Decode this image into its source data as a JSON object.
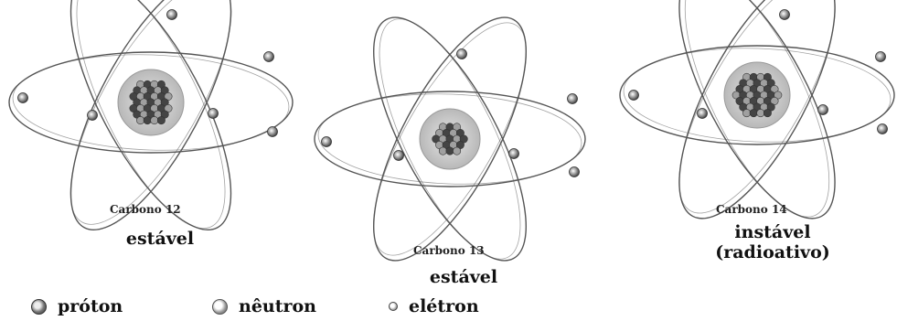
{
  "atoms": [
    {
      "name": "Carbono 12",
      "stability": [
        "estável"
      ]
    },
    {
      "name": "Carbono 13",
      "stability": [
        "estável"
      ]
    },
    {
      "name": "Carbono 14",
      "stability": [
        "instável",
        "(radioativo)"
      ]
    }
  ],
  "legend": {
    "proton": "próton",
    "neutron": "nêutron",
    "electron": "elétron"
  },
  "legend_icons": [
    "proton-icon",
    "neutron-icon",
    "electron-icon"
  ],
  "colors": {
    "orbit": "#555555",
    "nucleus_halo": "#bdbdbd",
    "particle_dark": "#444444",
    "particle_light": "#a0a0a0",
    "electron": "#8a8a8a"
  }
}
